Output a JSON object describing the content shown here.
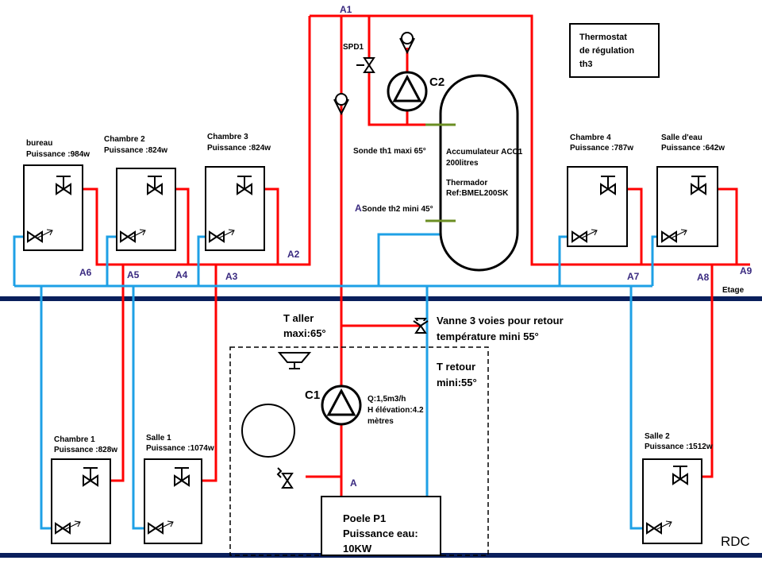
{
  "colors": {
    "supply": "#ff0000",
    "return": "#1ea0e6",
    "floor": "#0a1f5c",
    "probe": "#6b8e23"
  },
  "levels": {
    "upper": "Etage",
    "ground": "RDC"
  },
  "nodes": {
    "a1": "A1",
    "a2": "A2",
    "a3": "A3",
    "a4": "A4",
    "a5": "A5",
    "a6": "A6",
    "a7": "A7",
    "a8": "A8",
    "a9": "A9",
    "a": "A",
    "sonde_a": "A"
  },
  "radiators": [
    {
      "name": "bureau",
      "power": "Puissance :984w"
    },
    {
      "name": "Chambre 2",
      "power": "Puissance :824w"
    },
    {
      "name": "Chambre 3",
      "power": "Puissance :824w"
    },
    {
      "name": "Chambre 4",
      "power": "Puissance :787w"
    },
    {
      "name": "Salle d'eau",
      "power": "Puissance :642w"
    },
    {
      "name": "Chambre 1",
      "power": "Puissance :828w"
    },
    {
      "name": "Salle 1",
      "power": "Puissance :1074w"
    },
    {
      "name": "Salle 2",
      "power": "Puissance :1512w"
    }
  ],
  "spd": "SPD1",
  "pump_c2": "C2",
  "pump_c1": "C1",
  "pump_c1_specs": [
    "Q:1,5m3/h",
    "H élévation:4.2",
    "mètres"
  ],
  "sonde_th1": "Sonde th1 maxi 65°",
  "sonde_th2": "Sonde th2 mini 45°",
  "accumulator": [
    "Accumulateur ACC1",
    "200litres",
    "Thermador",
    "Ref:BMEL200SK"
  ],
  "thermostat": [
    "Thermostat",
    "de régulation",
    "th3"
  ],
  "t_aller": [
    "T aller",
    "maxi:65°"
  ],
  "vanne": [
    "Vanne 3 voies pour retour",
    "température mini 55°"
  ],
  "t_retour": [
    "T retour",
    "mini:55°"
  ],
  "poele": [
    "Poele P1",
    "Puissance eau:",
    "10KW"
  ]
}
